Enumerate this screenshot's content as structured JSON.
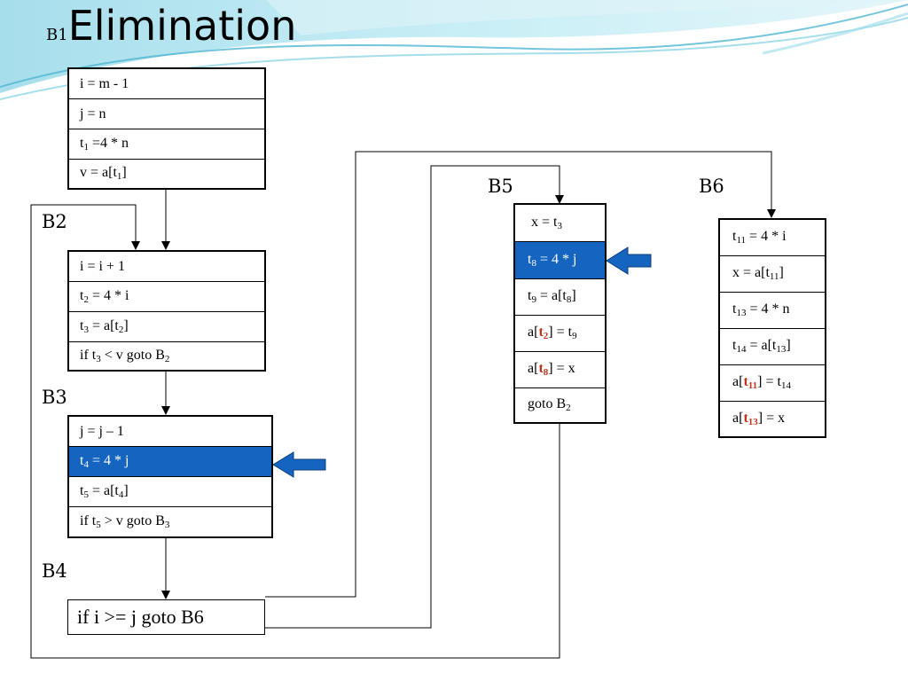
{
  "title": {
    "prefix": "B1",
    "main": "Elimination"
  },
  "labels": {
    "b2": "B2",
    "b3": "B3",
    "b4": "B4",
    "b5": "B5",
    "b6": "B6"
  },
  "b1": {
    "row1": "i = m - 1",
    "row2": "j = n",
    "row3_t": "t",
    "row3_sub": "1",
    "row3_rest": " =4 *  n",
    "row4_a": "v = a[t",
    "row4_sub": "1",
    "row4_b": "]"
  },
  "b2": {
    "row1": "i = i  + 1",
    "row2_t": "t",
    "row2_sub": "2",
    "row2_rest": " = 4 * i",
    "row3_t": "t",
    "row3_sub": "3",
    "row3_mid": " = a[t",
    "row3_sub2": "2",
    "row3_end": "]",
    "row4_a": "if t",
    "row4_sub": "3",
    "row4_b": " < v goto B",
    "row4_sub2": "2"
  },
  "b3": {
    "row1": "j = j – 1",
    "row2_t": "t",
    "row2_sub": "4",
    "row2_rest": " = 4 *  j",
    "row3_t": "t",
    "row3_sub": "5",
    "row3_mid": " = a[t",
    "row3_sub2": "4",
    "row3_end": "]",
    "row4_a": "if t",
    "row4_sub": "5",
    "row4_b": " > v goto B",
    "row4_sub2": "3"
  },
  "b4": {
    "text": "if i >= j goto B6"
  },
  "b5": {
    "row1_a": "x = t",
    "row1_sub": "3",
    "row2_t": "t",
    "row2_sub": "8",
    "row2_rest": " = 4 * j",
    "row3_t": "t",
    "row3_sub": "9",
    "row3_mid": " = a[t",
    "row3_sub2": "8",
    "row3_end": "]",
    "row4_a": "a[",
    "row4_red": "t",
    "row4_redsub": "2",
    "row4_b": "] = t",
    "row4_sub": "9",
    "row5_a": "a[",
    "row5_red": "t",
    "row5_redsub": "8",
    "row5_b": "] = x",
    "row6_a": "goto B",
    "row6_sub": "2"
  },
  "b6": {
    "row1_t": "t",
    "row1_sub": "11",
    "row1_rest": " = 4 * i",
    "row2_a": "x = a[t",
    "row2_sub": "11",
    "row2_b": "]",
    "row3_t": "t",
    "row3_sub": "13",
    "row3_rest": " = 4 * n",
    "row4_t": "t",
    "row4_sub": "14",
    "row4_mid": " = a[t",
    "row4_sub2": "13",
    "row4_end": "]",
    "row5_a": "a[",
    "row5_red": "t",
    "row5_redsub": "11",
    "row5_b": "] = t",
    "row5_sub": "14",
    "row6_a": "a[",
    "row6_red": "t",
    "row6_redsub": "13",
    "row6_b": "] = x"
  },
  "colors": {
    "highlight": "#1565c0",
    "emphasis": "#c0331c",
    "arrow": "#1565c0"
  }
}
